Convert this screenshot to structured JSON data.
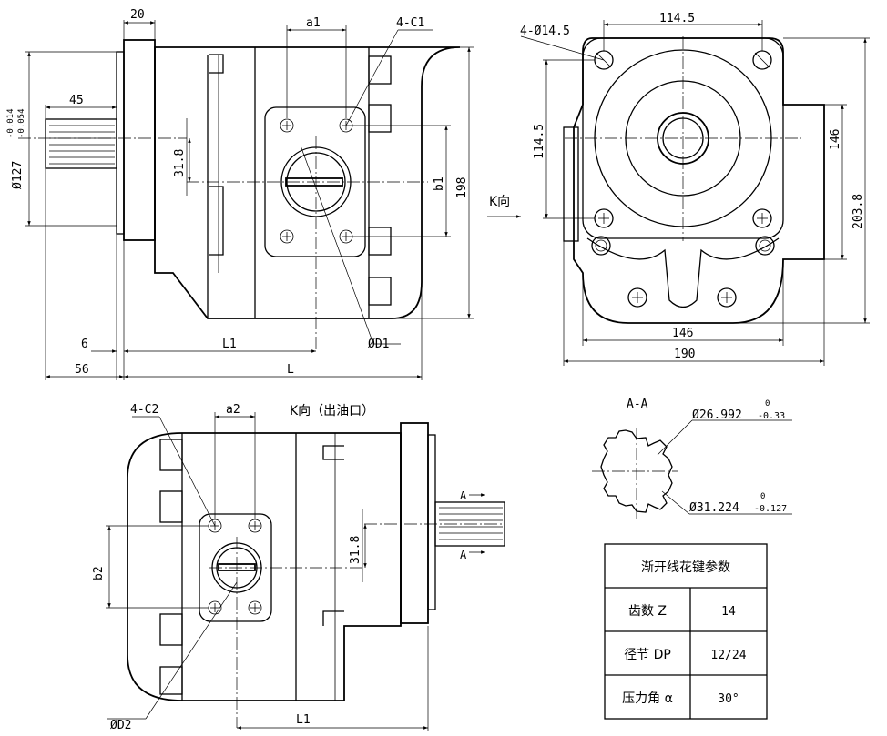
{
  "front_view": {
    "dim_flange_width": "20",
    "dim_a1": "a1",
    "dim_bolt_note": "4-C1",
    "dim_spline_len": "45",
    "dim_shaft_dia": "Ø127",
    "dim_shaft_tol_upper": "-0.014",
    "dim_shaft_tol_lower": "-0.054",
    "dim_318": "31.8",
    "dim_b1": "b1",
    "dim_198": "198",
    "dim_6": "6",
    "dim_L1": "L1",
    "dim_D1": "ØD1",
    "dim_56": "56",
    "dim_L": "L"
  },
  "side_view": {
    "dim_holes": "4-Ø14.5",
    "dim_top": "114.5",
    "dim_left": "114.5",
    "dim_146_right": "146",
    "dim_2038": "203.8",
    "dim_146_bottom": "146",
    "dim_190": "190",
    "k_arrow_label": "K向"
  },
  "k_view": {
    "title": "K向（出油口）",
    "dim_bolt_note": "4-C2",
    "dim_a2": "a2",
    "dim_b2": "b2",
    "dim_318": "31.8",
    "dim_D2": "ØD2",
    "dim_L1": "L1",
    "section_mark_top": "A",
    "section_mark_bottom": "A"
  },
  "section_aa": {
    "title": "A-A",
    "dim_minor": "Ø26.992",
    "dim_minor_tol_upper": "0",
    "dim_minor_tol_lower": "-0.33",
    "dim_major": "Ø31.224",
    "dim_major_tol_upper": "0",
    "dim_major_tol_lower": "-0.127"
  },
  "spline_table": {
    "title": "渐开线花键参数",
    "rows": [
      {
        "param": "齿数 Z",
        "value": "14"
      },
      {
        "param": "径节 DP",
        "value": "12/24"
      },
      {
        "param": "压力角 α",
        "value": "30°"
      }
    ]
  }
}
